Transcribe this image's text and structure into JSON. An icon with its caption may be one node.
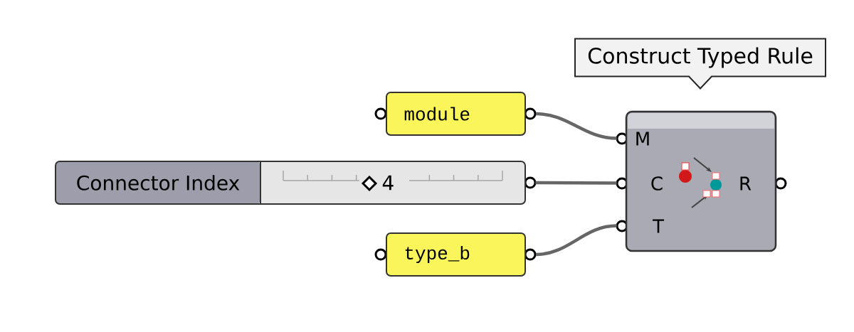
{
  "diagram": {
    "nodes": [
      {
        "text": [
          "module"
        ]
      },
      {
        "text": [
          "Connector Index",
          "4"
        ]
      },
      {
        "text": [
          "type_b"
        ]
      },
      {
        "text": [
          "M",
          "C",
          "T",
          "R"
        ]
      },
      {
        "text": [
          "Construct Typed Rule"
        ]
      }
    ],
    "edges": [
      {
        "from": 0,
        "to": 3,
        "arrow": "none"
      },
      {
        "from": 1,
        "to": 3,
        "arrow": "none"
      },
      {
        "from": 2,
        "to": 3,
        "arrow": "none"
      }
    ]
  }
}
